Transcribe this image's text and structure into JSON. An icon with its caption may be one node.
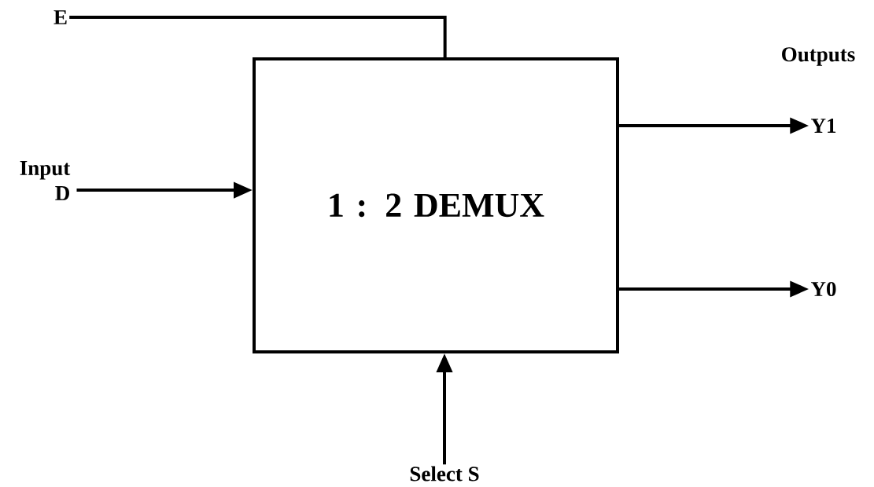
{
  "diagram": {
    "nodes": [
      {
        "text": [
          "1 : 2 DEMUX"
        ]
      },
      {
        "text": [
          "E"
        ]
      },
      {
        "text": [
          "Input",
          "D"
        ]
      },
      {
        "text": [
          "Y1"
        ]
      },
      {
        "text": [
          "Y0"
        ]
      },
      {
        "text": [
          "Select S"
        ]
      }
    ],
    "edges": [
      {
        "from": 1,
        "to": 0,
        "arrow": "none"
      },
      {
        "from": 2,
        "to": 0,
        "arrow": "to"
      },
      {
        "from": 0,
        "to": 3,
        "arrow": "to"
      },
      {
        "from": 0,
        "to": 4,
        "arrow": "to"
      },
      {
        "from": 5,
        "to": 0,
        "arrow": "to"
      }
    ],
    "labels": [
      "Outputs"
    ]
  }
}
